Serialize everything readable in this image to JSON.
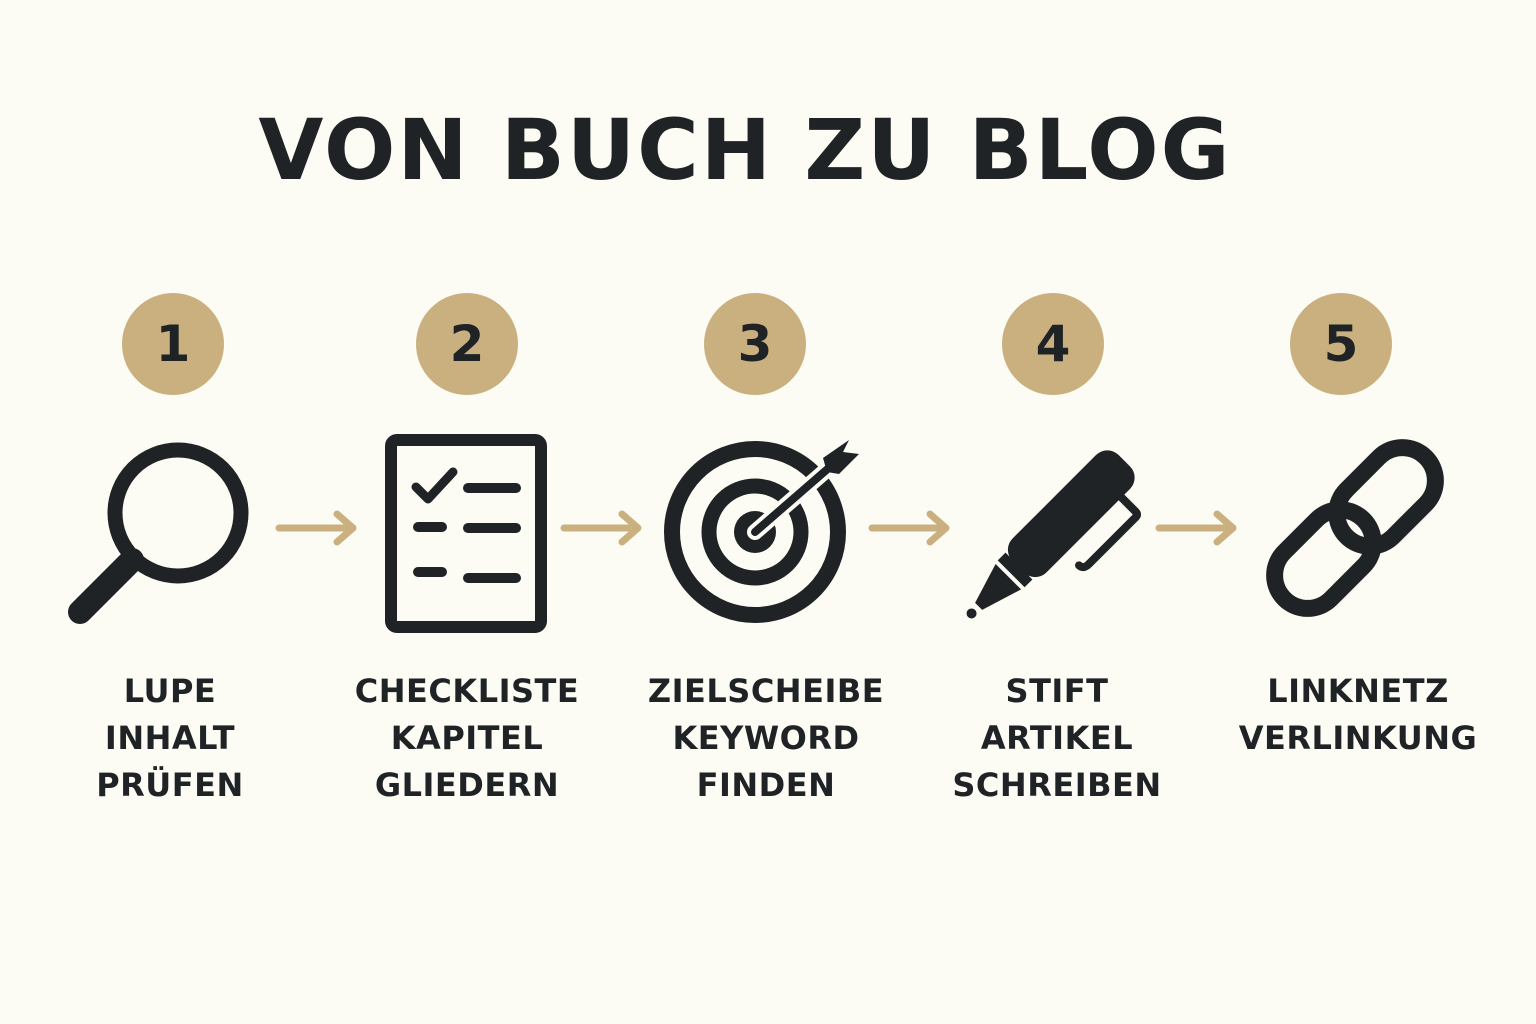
{
  "title": "VON BUCH ZU BLOG",
  "colors": {
    "background": "#fcfbf4",
    "badge": "#c9b07e",
    "arrow": "#c9b07e",
    "ink": "#1f2326"
  },
  "steps": [
    {
      "number": "1",
      "icon": "magnifier-icon",
      "lines": [
        "LUPE",
        "INHALT",
        "PRÜFEN"
      ]
    },
    {
      "number": "2",
      "icon": "checklist-icon",
      "lines": [
        "CHECKLISTE",
        "KAPITEL",
        "GLIEDERN"
      ]
    },
    {
      "number": "3",
      "icon": "target-icon",
      "lines": [
        "ZIELSCHEIBE",
        "KEYWORD",
        "FINDEN"
      ]
    },
    {
      "number": "4",
      "icon": "pen-icon",
      "lines": [
        "STIFT",
        "ARTIKEL",
        "SCHREIBEN"
      ]
    },
    {
      "number": "5",
      "icon": "link-chain-icon",
      "lines": [
        "LINKNETZ",
        "VERLINKUNG"
      ]
    }
  ]
}
